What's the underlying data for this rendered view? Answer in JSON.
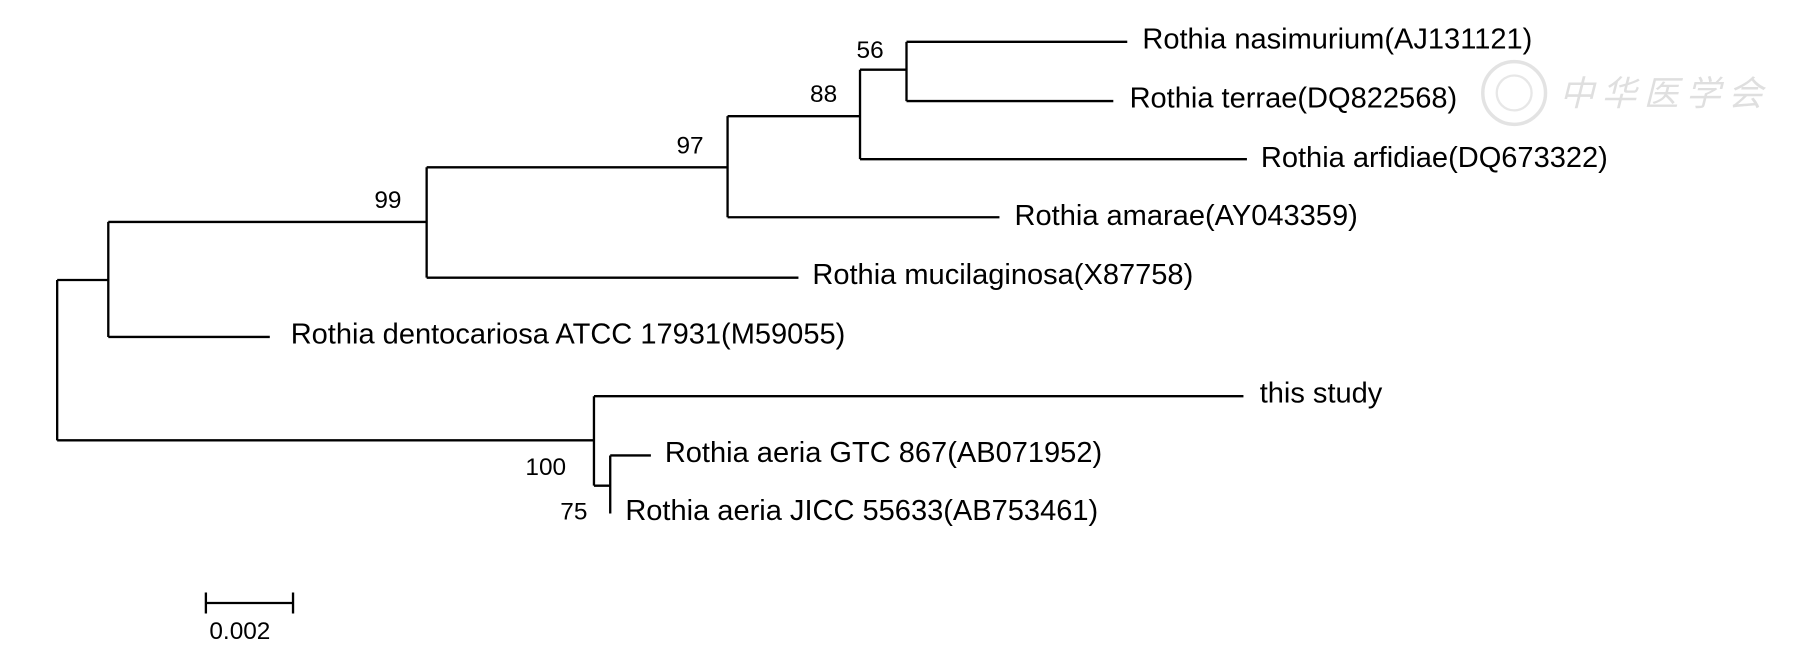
{
  "tree": {
    "taxa": [
      "Rothia nasimurium(AJ131121)",
      "Rothia terrae(DQ822568)",
      "Rothia arfidiae(DQ673322)",
      "Rothia amarae(AY043359)",
      "Rothia mucilaginosa(X87758)",
      "Rothia dentocariosa ATCC 17931(M59055)",
      "this study",
      "Rothia aeria GTC 867(AB071952)",
      "Rothia aeria JICC 55633(AB753461)"
    ],
    "bootstrap": [
      "56",
      "88",
      "97",
      "99",
      "100",
      "75"
    ],
    "scale_bar_label": "0.002"
  },
  "watermark": "中华医学会"
}
